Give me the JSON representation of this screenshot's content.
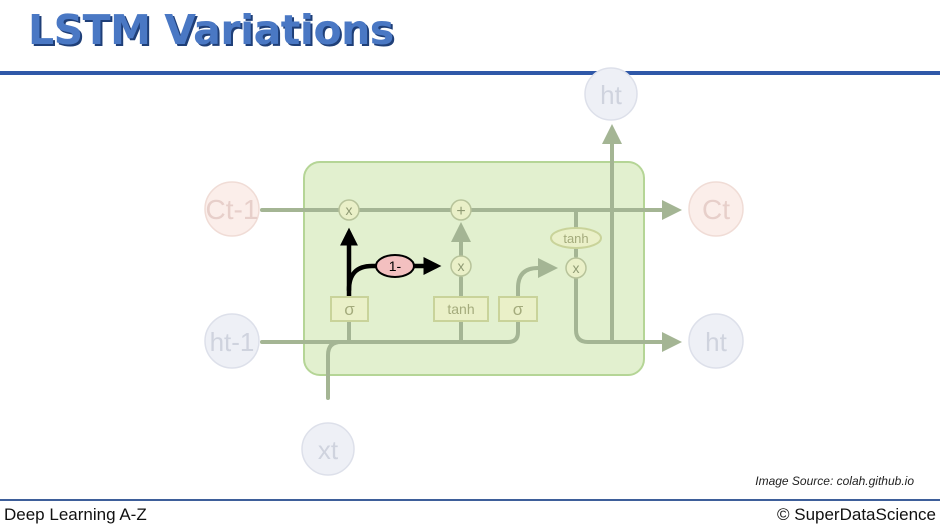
{
  "slide": {
    "title": "LSTM Variations",
    "image_source": "Image Source: colah.github.io"
  },
  "diagram": {
    "nodes": {
      "c_prev": "Ct-1",
      "h_prev": "ht-1",
      "x_t": "xt",
      "h_out_top": "ht",
      "c_next": "Ct",
      "h_next": "ht"
    },
    "operators": {
      "forget_mult": "x",
      "cell_add": "+",
      "input_mult": "x",
      "output_mult": "x",
      "one_minus": "1-"
    },
    "layers": {
      "forget_sigma": "σ",
      "candidate_tanh": "tanh",
      "output_sigma": "σ",
      "cell_tanh": "tanh"
    },
    "colors": {
      "cell_fill": "#e2f0cf",
      "cell_stroke": "#b5d596",
      "line": "#a4b594",
      "highlight": "#000000",
      "one_minus_fill": "#f3c0c0",
      "node_h_x": "#eef0f6",
      "node_c": "#fbeeea"
    }
  },
  "footer": {
    "left": "Deep Learning A-Z",
    "right": "© SuperDataScience"
  }
}
